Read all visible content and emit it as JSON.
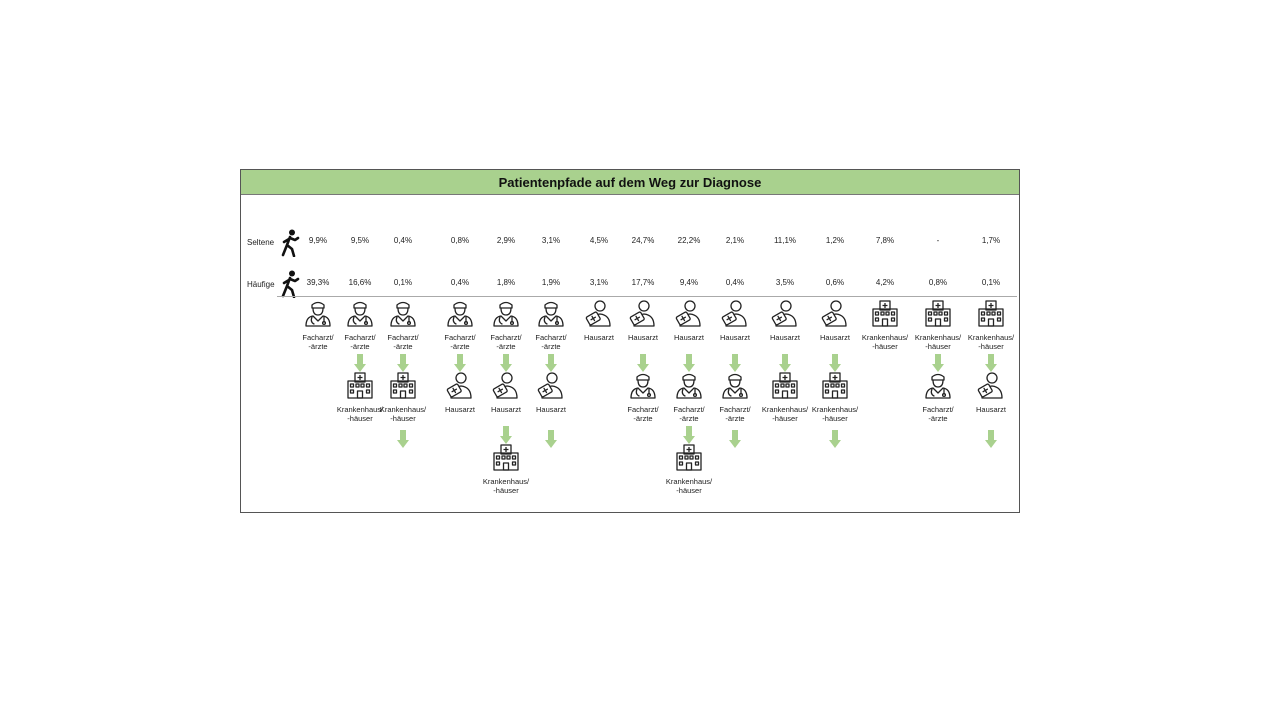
{
  "title": "Patientenpfade auf dem Weg zur Diagnose",
  "rows": {
    "rare": "Seltene",
    "common": "Häufige"
  },
  "labels": {
    "facharzt": [
      "Facharzt/",
      "-ärzte"
    ],
    "hausarzt": [
      "Hausarzt"
    ],
    "krankenhaus": [
      "Krankenhaus/",
      "-häuser"
    ]
  },
  "paths": [
    {
      "rare": "9,9%",
      "common": "39,3%",
      "steps": [
        "facharzt"
      ],
      "trail": false
    },
    {
      "rare": "9,5%",
      "common": "16,6%",
      "steps": [
        "facharzt",
        "krankenhaus"
      ],
      "trail": false
    },
    {
      "rare": "0,4%",
      "common": "0,1%",
      "steps": [
        "facharzt",
        "krankenhaus"
      ],
      "trail": true
    },
    {
      "rare": "0,8%",
      "common": "0,4%",
      "steps": [
        "facharzt",
        "hausarzt"
      ],
      "trail": false
    },
    {
      "rare": "2,9%",
      "common": "1,8%",
      "steps": [
        "facharzt",
        "hausarzt",
        "krankenhaus"
      ],
      "trail": false
    },
    {
      "rare": "3,1%",
      "common": "1,9%",
      "steps": [
        "facharzt",
        "hausarzt"
      ],
      "trail": true
    },
    {
      "rare": "4,5%",
      "common": "3,1%",
      "steps": [
        "hausarzt"
      ],
      "trail": false
    },
    {
      "rare": "24,7%",
      "common": "17,7%",
      "steps": [
        "hausarzt",
        "facharzt"
      ],
      "trail": false
    },
    {
      "rare": "22,2%",
      "common": "9,4%",
      "steps": [
        "hausarzt",
        "facharzt",
        "krankenhaus"
      ],
      "trail": false
    },
    {
      "rare": "2,1%",
      "common": "0,4%",
      "steps": [
        "hausarzt",
        "facharzt"
      ],
      "trail": true
    },
    {
      "rare": "11,1%",
      "common": "3,5%",
      "steps": [
        "hausarzt",
        "krankenhaus"
      ],
      "trail": false
    },
    {
      "rare": "1,2%",
      "common": "0,6%",
      "steps": [
        "hausarzt",
        "krankenhaus"
      ],
      "trail": true
    },
    {
      "rare": "7,8%",
      "common": "4,2%",
      "steps": [
        "krankenhaus"
      ],
      "trail": false
    },
    {
      "rare": "-",
      "common": "0,8%",
      "steps": [
        "krankenhaus",
        "facharzt"
      ],
      "trail": false
    },
    {
      "rare": "1,7%",
      "common": "0,1%",
      "steps": [
        "krankenhaus",
        "hausarzt"
      ],
      "trail": true
    }
  ],
  "colors": {
    "header": "#a9d18e",
    "arrow": "#a9d18e",
    "icon": "#222222"
  }
}
